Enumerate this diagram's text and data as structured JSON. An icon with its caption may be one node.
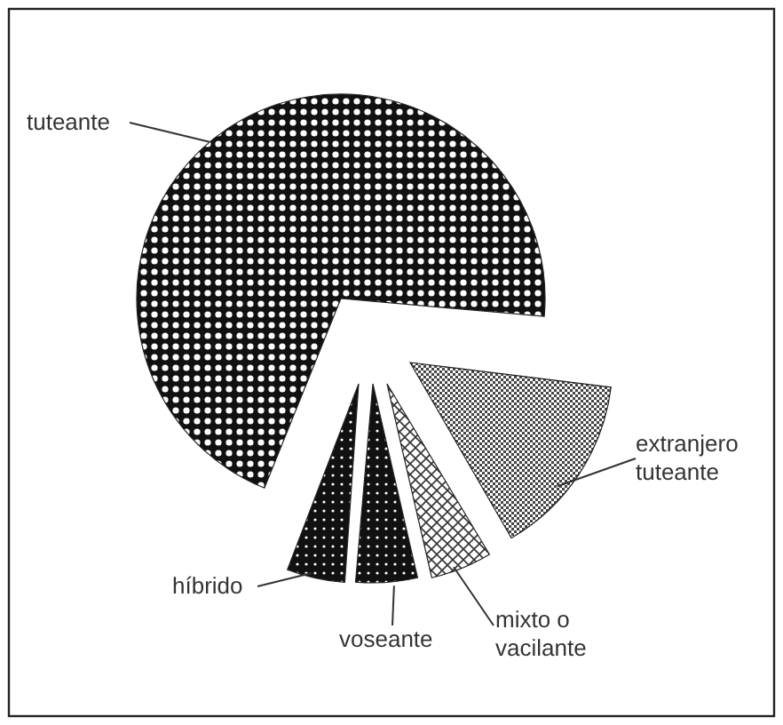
{
  "diagram": {
    "nodes": [
      {
        "text": [
          "tuteante"
        ]
      },
      {
        "text": [
          "extranjero tuteante"
        ]
      },
      {
        "text": [
          "híbrido"
        ]
      },
      {
        "text": [
          "voseante"
        ]
      },
      {
        "text": [
          "mixto o vacilante"
        ]
      },
      {
        "text": [],
        "shape": "slice"
      },
      {
        "text": [],
        "shape": "slice"
      },
      {
        "text": [],
        "shape": "slice"
      },
      {
        "text": [],
        "shape": "slice"
      },
      {
        "text": [],
        "shape": "slice"
      }
    ],
    "edges": [
      {
        "from": 0,
        "to": 5,
        "arrow": "none"
      },
      {
        "from": 1,
        "to": 6,
        "arrow": "none"
      },
      {
        "from": 2,
        "to": 7,
        "arrow": "none"
      },
      {
        "from": 3,
        "to": 8,
        "arrow": "none"
      },
      {
        "from": 4,
        "to": 9,
        "arrow": "none"
      }
    ]
  }
}
